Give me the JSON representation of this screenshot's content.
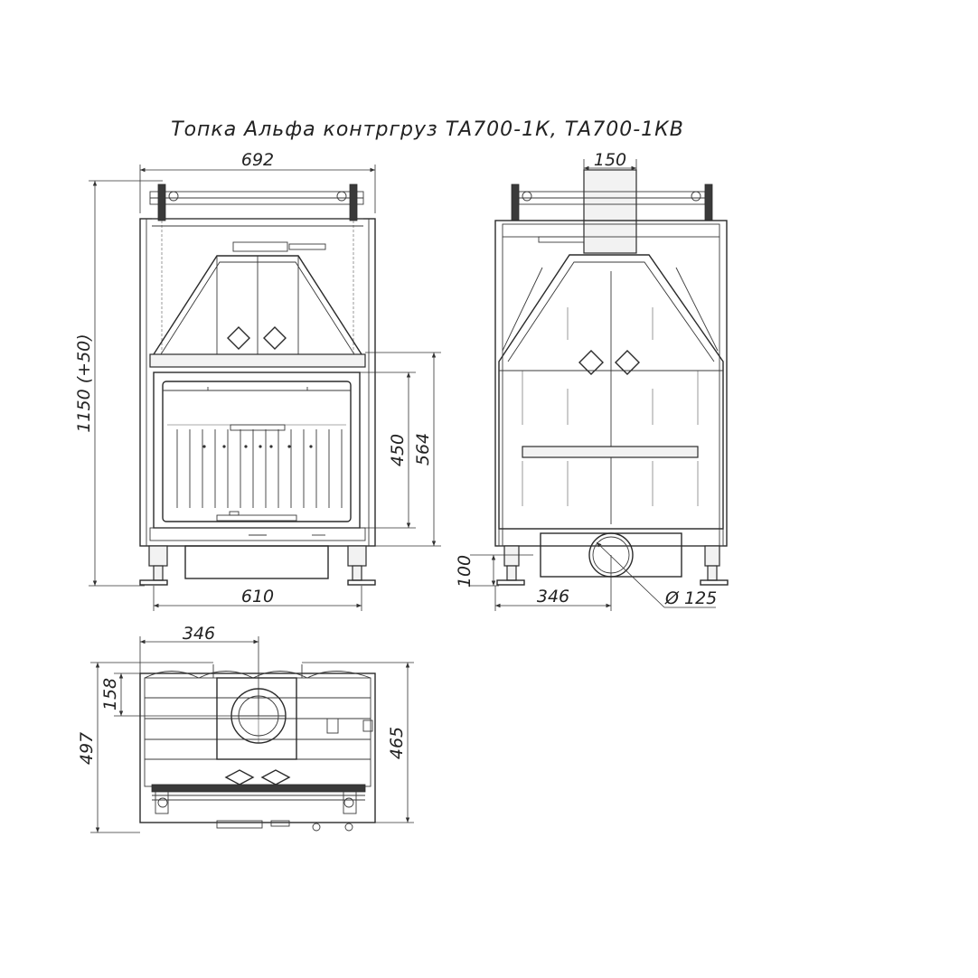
{
  "title": "Топка Альфа контргруз ТА700-1К, ТА700-1КВ",
  "dimensions": {
    "front_width": "692",
    "front_height": "1150 (+50)",
    "opening_height": "450",
    "door_height": "564",
    "base_width": "610",
    "flue_width": "150",
    "leg_height": "100",
    "flue_offset_side": "346",
    "flue_diameter": "Ø 125",
    "top_flue_offset": "346",
    "top_flue_depth": "158",
    "top_total_depth": "497",
    "top_body_depth": "465"
  }
}
